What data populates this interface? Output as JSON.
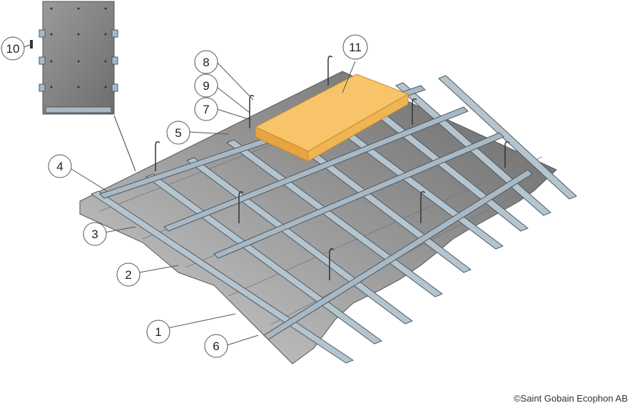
{
  "copyright": "©Saint Gobain Ecophon AB",
  "callouts": [
    {
      "id": "1",
      "label": "1"
    },
    {
      "id": "2",
      "label": "2"
    },
    {
      "id": "3",
      "label": "3"
    },
    {
      "id": "4",
      "label": "4"
    },
    {
      "id": "5",
      "label": "5"
    },
    {
      "id": "6",
      "label": "6"
    },
    {
      "id": "7",
      "label": "7"
    },
    {
      "id": "8",
      "label": "8"
    },
    {
      "id": "9",
      "label": "9"
    },
    {
      "id": "10",
      "label": "10"
    },
    {
      "id": "11",
      "label": "11"
    }
  ],
  "colors": {
    "board_light": "#b9b9b9",
    "board_dark": "#7d7d7d",
    "profile": "#a9b8c3",
    "profile_edge": "#4a5a66",
    "insulation": "#f7c46a",
    "insulation_edge": "#c88a2a"
  }
}
